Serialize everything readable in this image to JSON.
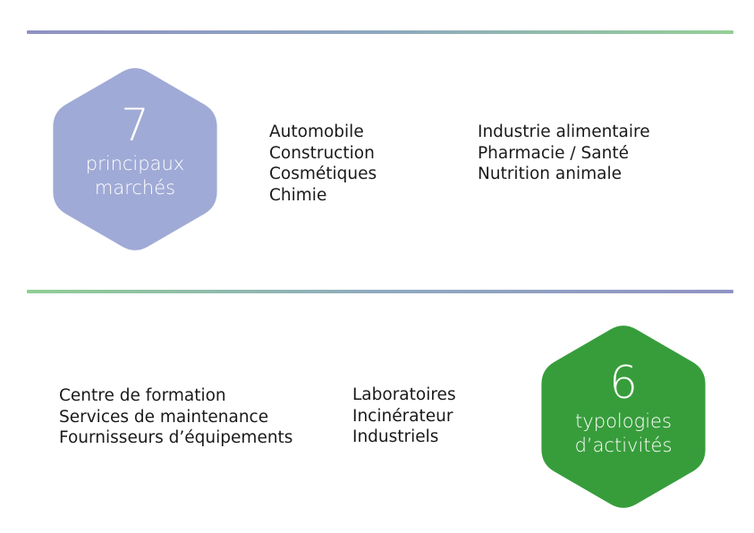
{
  "colors": {
    "hexagon_top": "#a0aad6",
    "hexagon_bottom": "#379d3b",
    "divider_purple": "#8f92c4",
    "divider_green": "#94cf96",
    "text": "#1a1a1a",
    "hex_text": "#ffffff"
  },
  "markets": {
    "number": "7",
    "label_line1": "principaux",
    "label_line2": "marchés",
    "column1": [
      "Automobile",
      "Construction",
      "Cosmétiques",
      "Chimie"
    ],
    "column2": [
      "Industrie alimentaire",
      "Pharmacie / Santé",
      "Nutrition animale"
    ]
  },
  "activities": {
    "number": "6",
    "label_line1": "typologies",
    "label_line2": "d’activités",
    "column1": [
      "Centre de formation",
      "Services de maintenance",
      "Fournisseurs d’équipements"
    ],
    "column2": [
      "Laboratoires",
      "Incinérateur",
      "Industriels"
    ]
  }
}
